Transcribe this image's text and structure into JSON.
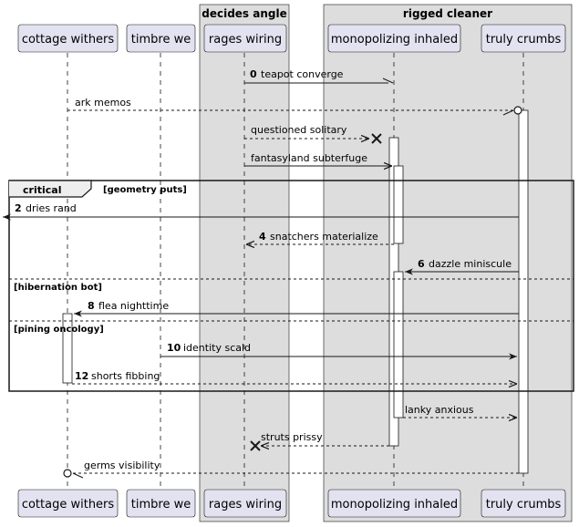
{
  "boxes": [
    {
      "title": "decides angle"
    },
    {
      "title": "rigged cleaner"
    }
  ],
  "participants": [
    {
      "name": "cottage withers"
    },
    {
      "name": "timbre we"
    },
    {
      "name": "rages wiring"
    },
    {
      "name": "monopolizing inhaled"
    },
    {
      "name": "truly crumbs"
    }
  ],
  "messages": [
    {
      "num": "0",
      "text": "teapot converge"
    },
    {
      "num": "",
      "text": "ark memos"
    },
    {
      "num": "",
      "text": "questioned solitary"
    },
    {
      "num": "",
      "text": "fantasyland subterfuge"
    },
    {
      "num": "2",
      "text": "dries rand"
    },
    {
      "num": "4",
      "text": "snatchers materialize"
    },
    {
      "num": "6",
      "text": "dazzle miniscule"
    },
    {
      "num": "8",
      "text": "flea nighttime"
    },
    {
      "num": "10",
      "text": "identity scald"
    },
    {
      "num": "12",
      "text": "shorts fibbing"
    },
    {
      "num": "",
      "text": "lanky anxious"
    },
    {
      "num": "",
      "text": "struts prissy"
    },
    {
      "num": "",
      "text": "germs visibility"
    }
  ],
  "fragment": {
    "type": "critical",
    "guards": [
      "[geometry puts]",
      "[hibernation bot]",
      "[pining oncology]"
    ]
  }
}
